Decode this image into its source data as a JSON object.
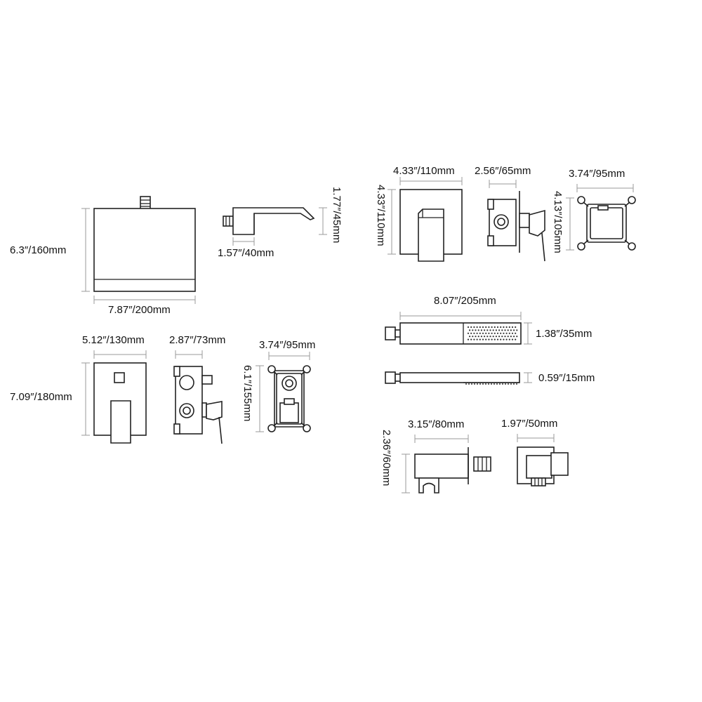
{
  "colors": {
    "outline": "#222222",
    "dimension_line": "#9a9a9a",
    "text": "#111111",
    "background": "#ffffff"
  },
  "components": {
    "rain_shower_head": {
      "height": "6.3″/160mm",
      "width": "7.87″/200mm"
    },
    "spout": {
      "height": "1.77″/45mm",
      "depth": "1.57″/40mm"
    },
    "diverter_valve_trim_plate": {
      "width": "5.12″/130mm",
      "height": "7.09″/180mm"
    },
    "diverter_valve_body": {
      "width": "2.87″/73mm"
    },
    "diverter_valve_box": {
      "width": "3.74″/95mm",
      "height": "6.1″/155mm"
    },
    "mixer_trim_plate": {
      "width": "4.33″/110mm",
      "height": "4.33″/110mm"
    },
    "mixer_valve_body": {
      "width": "2.56″/65mm"
    },
    "mixer_valve_box": {
      "width": "3.74″/95mm",
      "height": "4.13″/105mm"
    },
    "hand_shower": {
      "length": "8.07″/205mm",
      "head_height": "1.38″/35mm",
      "handle_height": "0.59″/15mm"
    },
    "wall_elbow_holder": {
      "length": "3.15″/80mm",
      "height": "2.36″/60mm"
    },
    "wall_elbow_side": {
      "width": "1.97″/50mm"
    }
  }
}
